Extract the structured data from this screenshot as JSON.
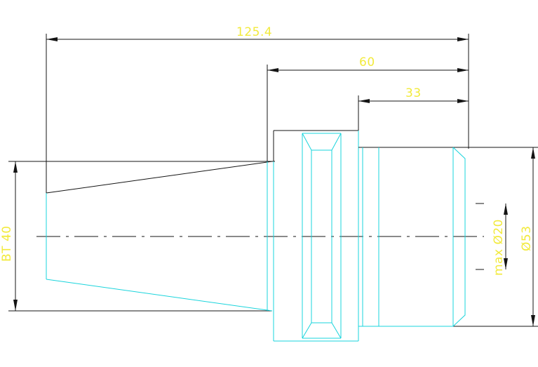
{
  "dimensions": {
    "overall_length": "125.4",
    "flange_length": "60",
    "nose_length": "33",
    "taper": "BT 40",
    "bore": "max Ø20",
    "outer_diameter": "Ø53"
  },
  "colors": {
    "dimension_text": "#f2ea3c",
    "dimension_lines": "#141414",
    "part_outline": "#19d4dc"
  }
}
